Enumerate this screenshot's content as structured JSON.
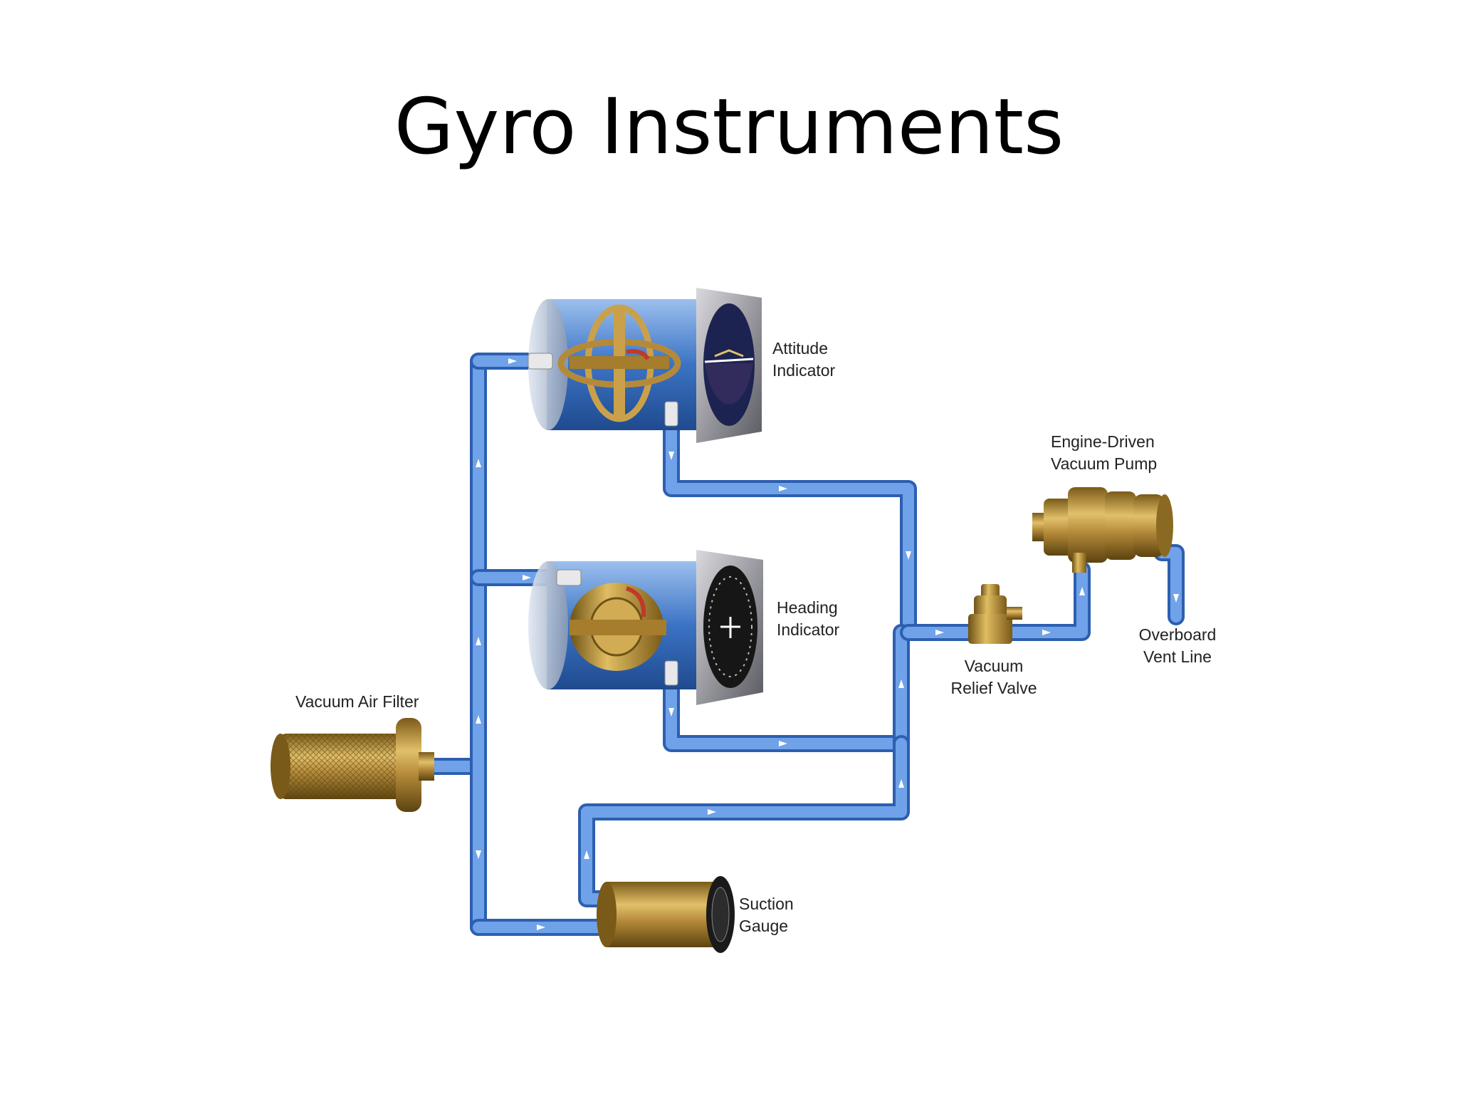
{
  "slide": {
    "title": "Gyro Instruments"
  },
  "labels": {
    "attitude_l1": "Attitude",
    "attitude_l2": "Indicator",
    "heading_l1": "Heading",
    "heading_l2": "Indicator",
    "pump_l1": "Engine-Driven",
    "pump_l2": "Vacuum Pump",
    "relief_l1": "Vacuum",
    "relief_l2": "Relief Valve",
    "vent_l1": "Overboard",
    "vent_l2": "Vent Line",
    "filter": "Vacuum Air Filter",
    "suction_l1": "Suction",
    "suction_l2": "Gauge"
  },
  "colors": {
    "pipe": "#6fa2e8",
    "pipe_edge": "#2d5fb0",
    "brass": "#b48a3a",
    "brass_dark": "#6e5216",
    "housing": "#3b73c4",
    "dial_face": "#1c2350"
  },
  "icons": [
    "air-filter-icon",
    "attitude-indicator-icon",
    "heading-indicator-icon",
    "suction-gauge-icon",
    "relief-valve-icon",
    "vacuum-pump-icon"
  ]
}
